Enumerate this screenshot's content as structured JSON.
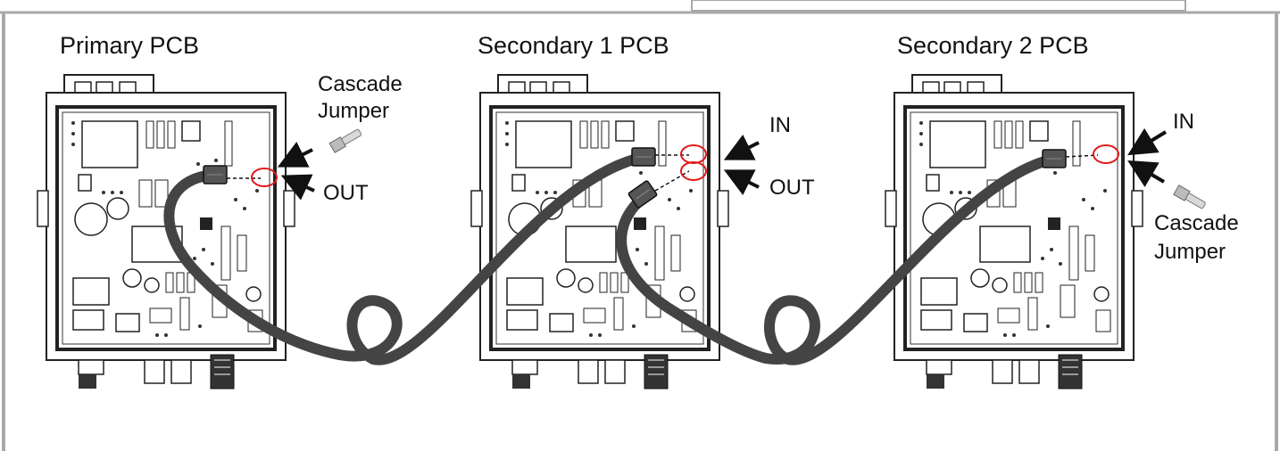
{
  "titles": {
    "primary": "Primary PCB",
    "secondary1": "Secondary 1 PCB",
    "secondary2": "Secondary 2 PCB"
  },
  "labels": {
    "cascade_line1": "Cascade",
    "cascade_line2": "Jumper",
    "out": "OUT",
    "in": "IN"
  },
  "colors": {
    "cable": "#444444",
    "highlight": "#e01818",
    "frame_gray": "#a8a8a8",
    "board_line": "#222222"
  }
}
